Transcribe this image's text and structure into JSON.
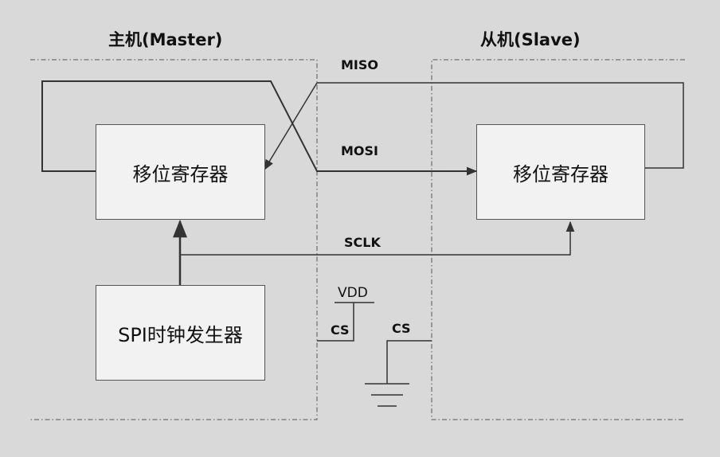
{
  "master": {
    "title": "主机(Master)",
    "register_label": "移位寄存器",
    "clock_label": "SPI时钟发生器"
  },
  "slave": {
    "title": "从机(Slave)",
    "register_label": "移位寄存器"
  },
  "signals": {
    "miso": "MISO",
    "mosi": "MOSI",
    "sclk": "SCLK",
    "vdd": "VDD",
    "cs_master": "CS",
    "cs_slave": "CS"
  }
}
